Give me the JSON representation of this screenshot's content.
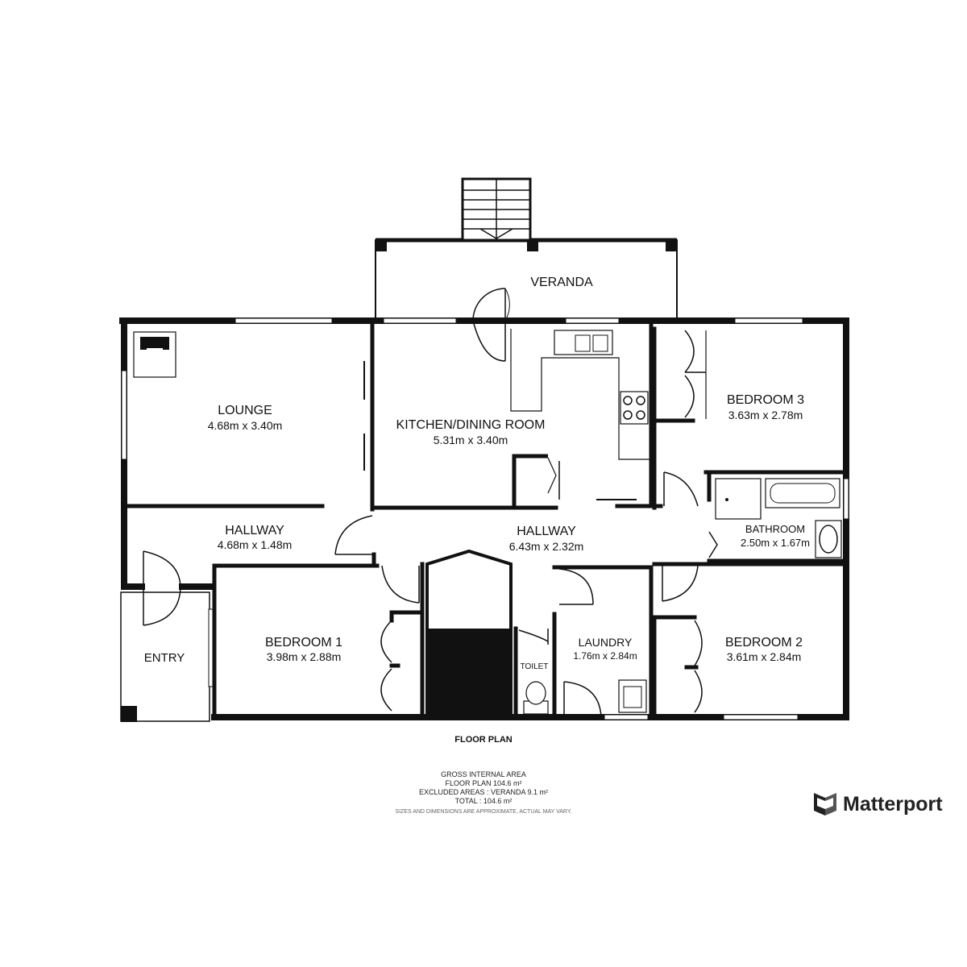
{
  "rooms": {
    "veranda": {
      "name": "VERANDA"
    },
    "lounge": {
      "name": "LOUNGE",
      "dims": "4.68m x 3.40m"
    },
    "kitchen": {
      "name": "KITCHEN/DINING ROOM",
      "dims": "5.31m x 3.40m"
    },
    "bedroom3": {
      "name": "BEDROOM 3",
      "dims": "3.63m x 2.78m"
    },
    "hallway_left": {
      "name": "HALLWAY",
      "dims": "4.68m x 1.48m"
    },
    "hallway_main": {
      "name": "HALLWAY",
      "dims": "6.43m x 2.32m"
    },
    "bathroom": {
      "name": "BATHROOM",
      "dims": "2.50m x 1.67m"
    },
    "entry": {
      "name": "ENTRY"
    },
    "bedroom1": {
      "name": "BEDROOM 1",
      "dims": "3.98m x 2.88m"
    },
    "toilet": {
      "name": "TOILET"
    },
    "laundry": {
      "name": "LAUNDRY",
      "dims": "1.76m x 2.84m"
    },
    "bedroom2": {
      "name": "BEDROOM 2",
      "dims": "3.61m x 2.84m"
    }
  },
  "plan_title": "FLOOR PLAN",
  "area_info": {
    "line1": "GROSS INTERNAL AREA",
    "line2": "FLOOR PLAN 104.6 m²",
    "line3": "EXCLUDED AREAS :  VERANDA 9.1 m²",
    "line4": "TOTAL :  104.6 m²",
    "note": "SIZES AND DIMENSIONS ARE APPROXIMATE, ACTUAL MAY VARY."
  },
  "brand": {
    "name": "Matterport",
    "icon": "matterport-logo-icon"
  },
  "colors": {
    "wall": "#111111",
    "background": "#ffffff"
  }
}
